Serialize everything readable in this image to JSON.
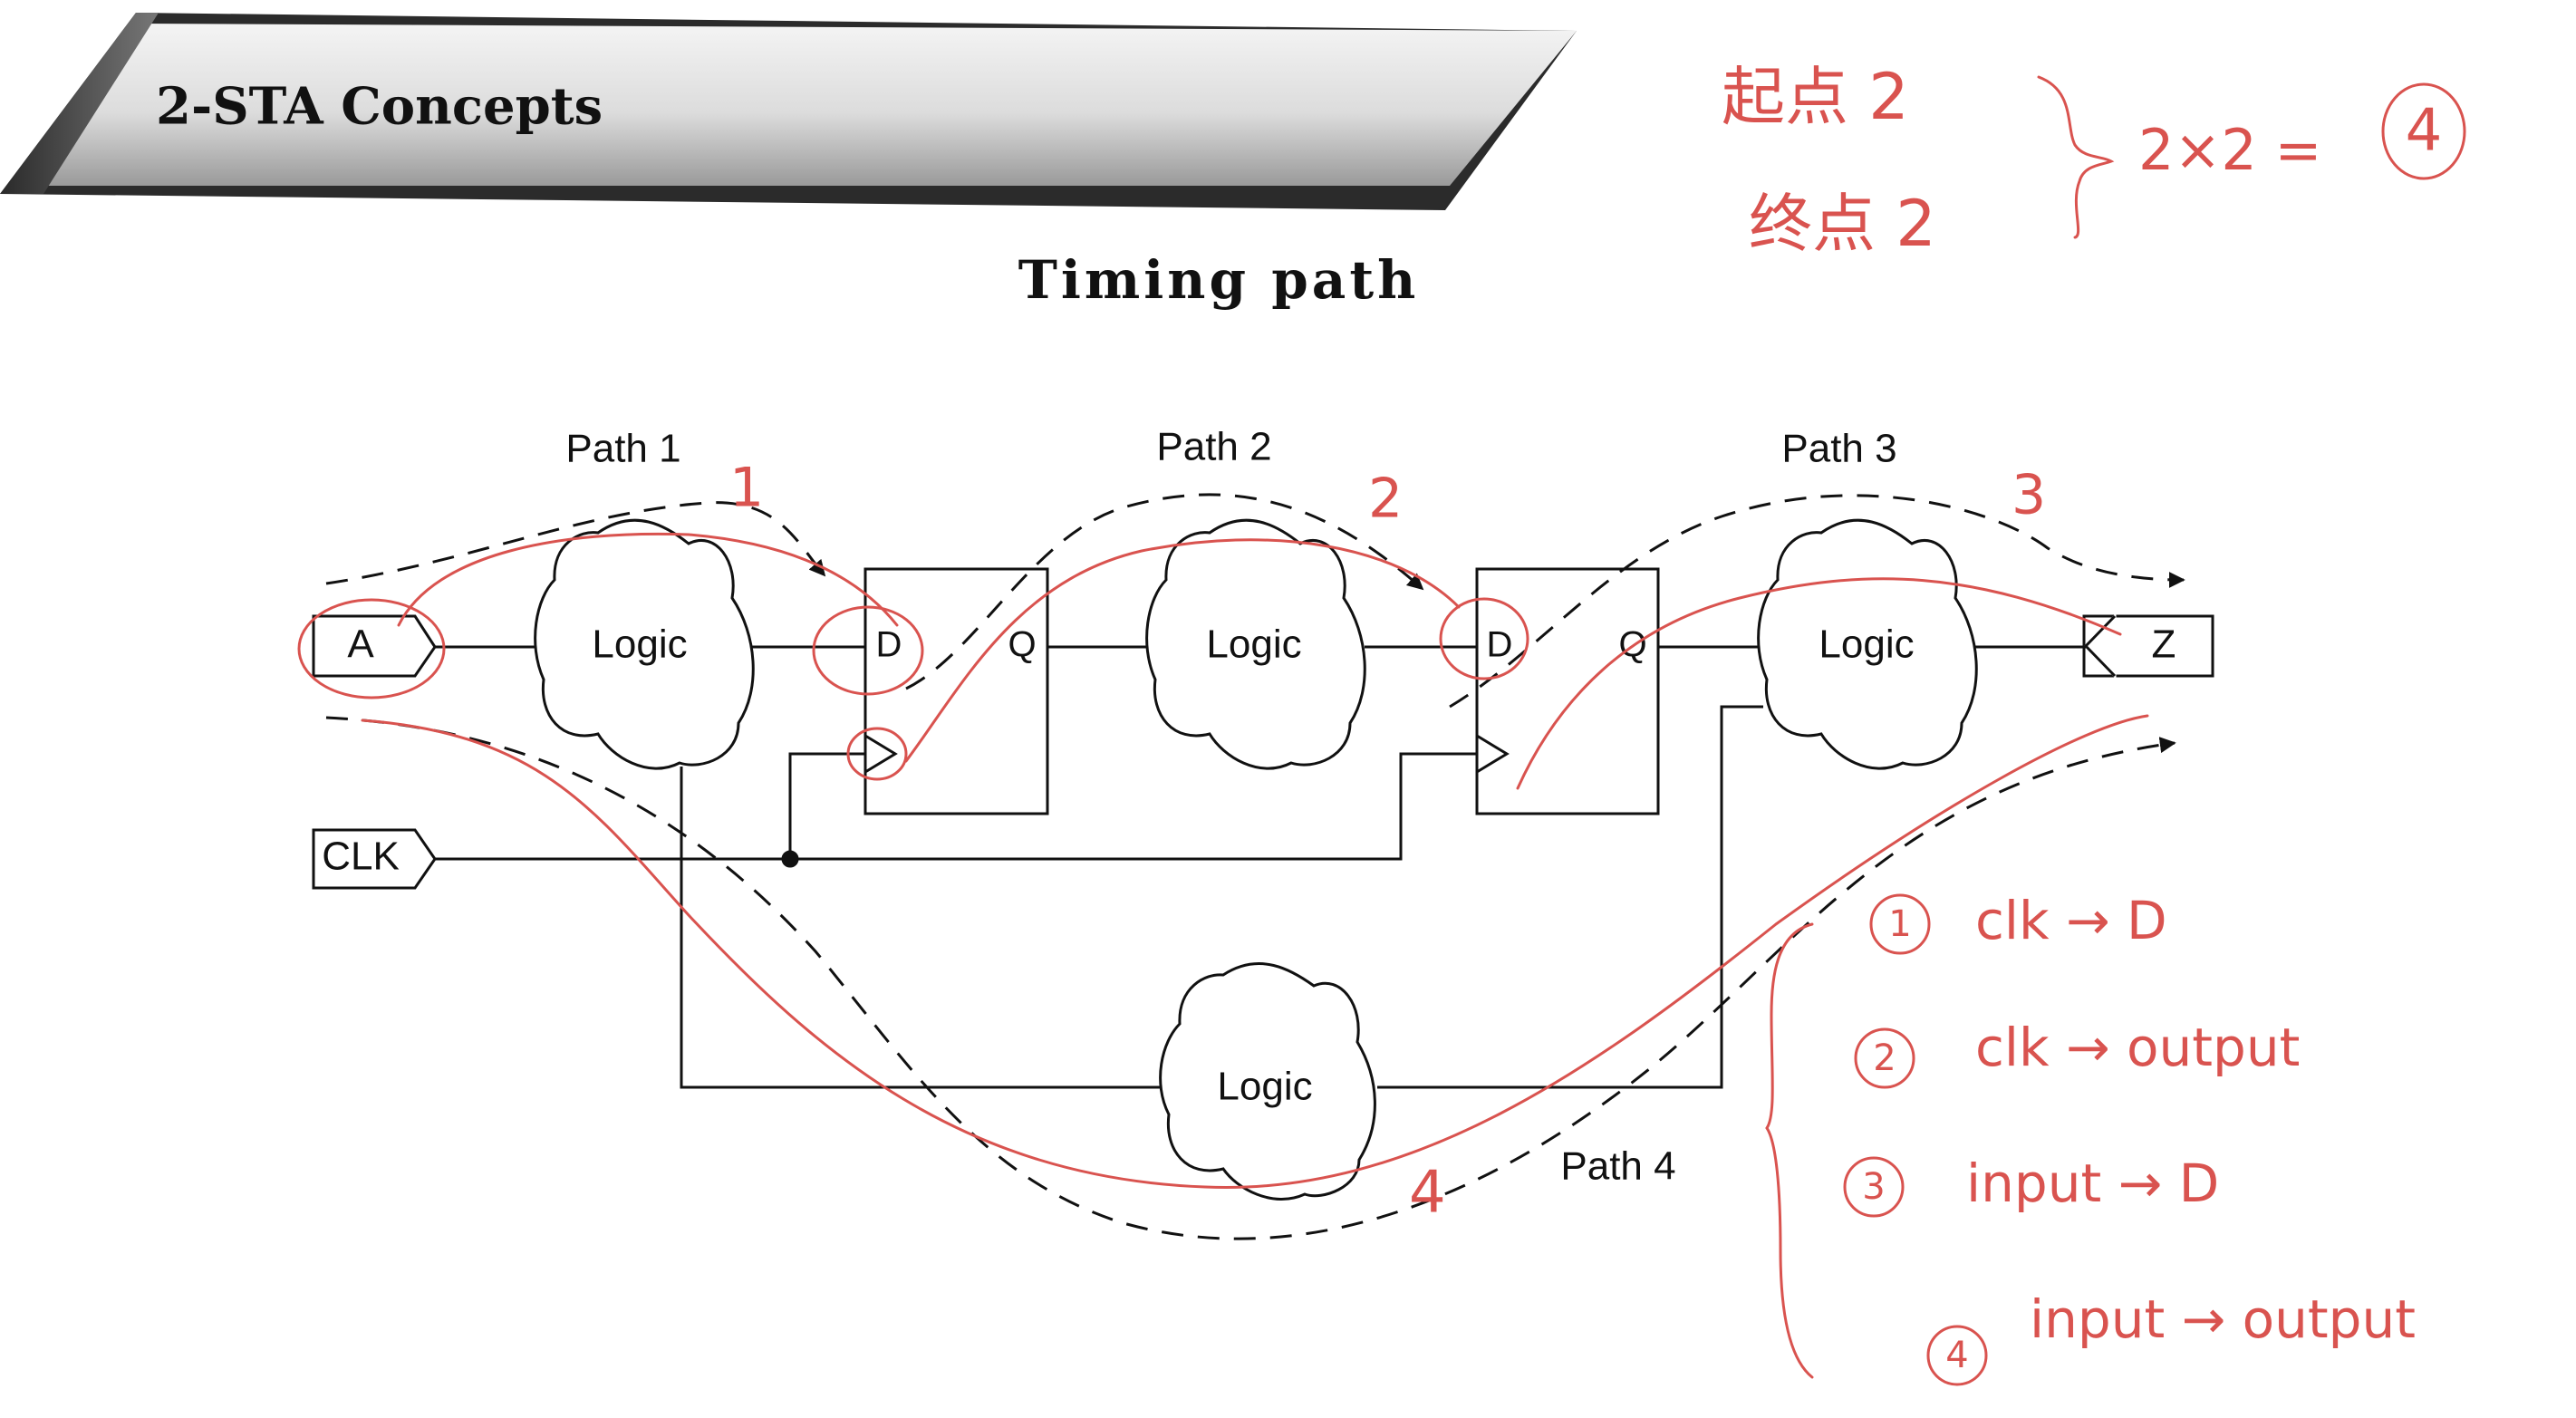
{
  "banner": {
    "title": "2-STA Concepts"
  },
  "slide": {
    "title": "Timing path"
  },
  "diagram": {
    "inputs": {
      "a": "A",
      "clk": "CLK"
    },
    "output": {
      "z": "Z"
    },
    "logic_label": "Logic",
    "flop": {
      "d": "D",
      "q": "Q"
    },
    "paths": {
      "p1": "Path 1",
      "p2": "Path 2",
      "p3": "Path 3",
      "p4": "Path 4"
    }
  },
  "annotations": {
    "start_count": "起点 2",
    "end_count": "终点 2",
    "product": "2×2 =",
    "product_result": "4",
    "path_numbers": {
      "n1": "1",
      "n2": "2",
      "n3": "3",
      "n4": "4"
    },
    "path_types": {
      "t1": {
        "num": "1",
        "text": "clk → D"
      },
      "t2": {
        "num": "2",
        "text": "clk → output"
      },
      "t3": {
        "num": "3",
        "text": "input → D"
      },
      "t4": {
        "num": "4",
        "text": "input → output"
      }
    }
  },
  "colors": {
    "diagram_ink": "#111111",
    "annotation_ink": "#d9534f",
    "banner_dark": "#1a1a1a",
    "banner_light": "#f0f0f0"
  }
}
